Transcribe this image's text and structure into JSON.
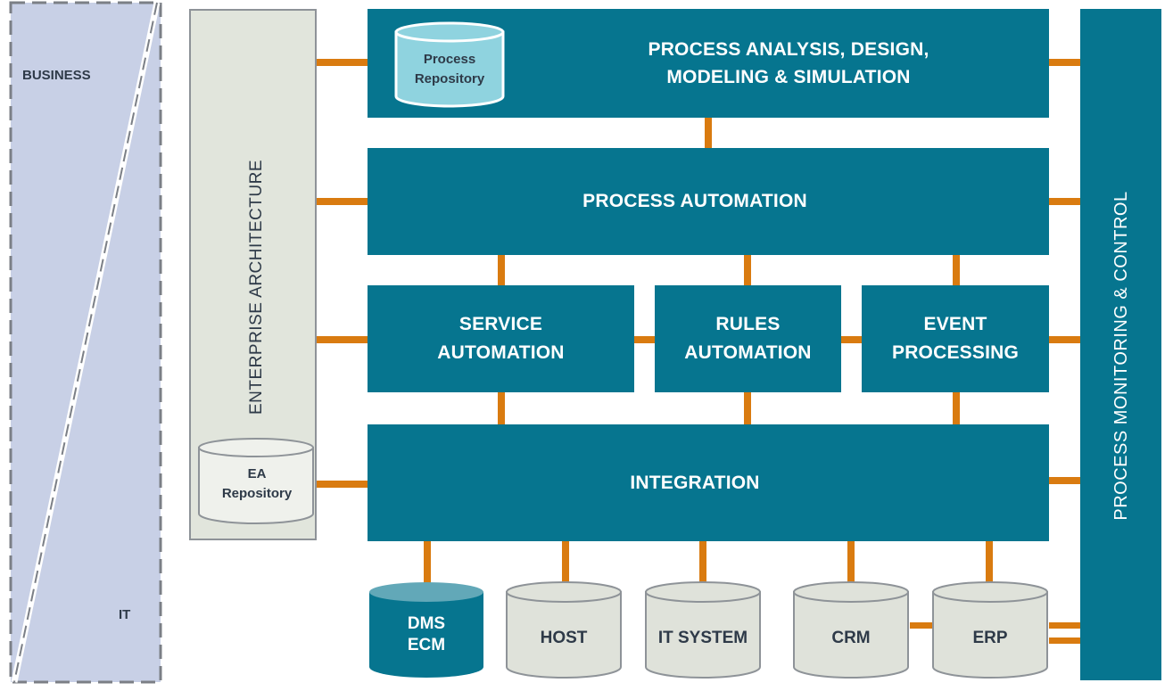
{
  "colors": {
    "box": "#06758f",
    "connector": "#d97b10",
    "business_panel": "#c8d0e6",
    "ea_panel": "#e1e5dc",
    "repo_fill": "#eff1ec",
    "db_fill": "#dfe2da"
  },
  "side": {
    "business": "BUSINESS",
    "it": "IT"
  },
  "ea": {
    "title": "ENTERPRISE ARCHITECTURE",
    "repo_line1": "EA",
    "repo_line2": "Repository"
  },
  "top": {
    "line1": "PROCESS ANALYSIS, DESIGN,",
    "line2": "MODELING & SIMULATION",
    "repo_line1": "Process",
    "repo_line2": "Repository"
  },
  "automation": {
    "title": "PROCESS AUTOMATION"
  },
  "service": {
    "line1": "SERVICE",
    "line2": "AUTOMATION"
  },
  "rules": {
    "line1": "RULES",
    "line2": "AUTOMATION"
  },
  "event": {
    "line1": "EVENT",
    "line2": "PROCESSING"
  },
  "integration": {
    "title": "INTEGRATION"
  },
  "monitoring": {
    "title": "PROCESS MONITORING & CONTROL"
  },
  "systems": {
    "dms_line1": "DMS",
    "dms_line2": "ECM",
    "host": "HOST",
    "itsystem": "IT SYSTEM",
    "crm": "CRM",
    "erp": "ERP"
  }
}
